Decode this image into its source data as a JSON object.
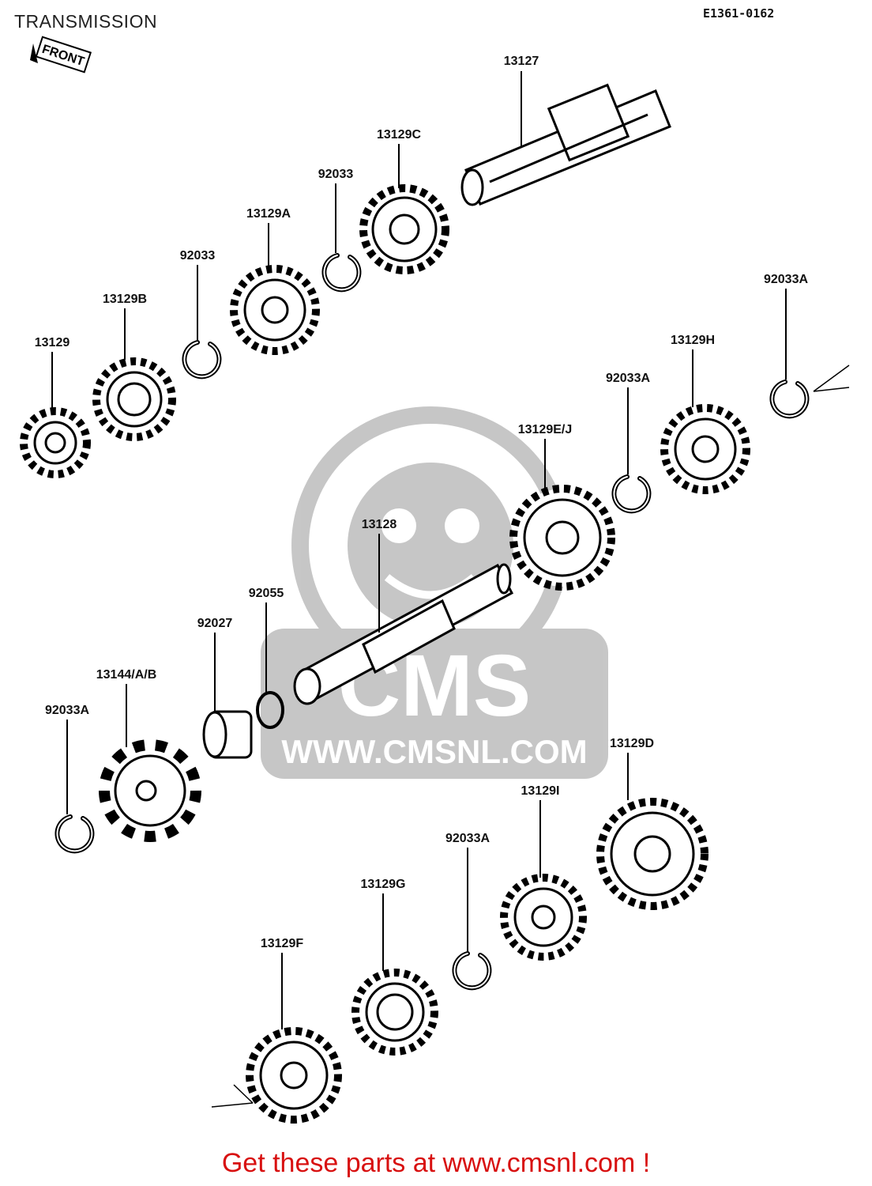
{
  "page": {
    "title": "TRANSMISSION",
    "diagram_code": "E1361-0162",
    "front_label": "FRONT"
  },
  "watermark": {
    "brand": "CMS",
    "url": "WWW.CMSNL.COM"
  },
  "parts": [
    {
      "id": "13127"
    },
    {
      "id": "13129C"
    },
    {
      "id": "92033"
    },
    {
      "id": "13129A"
    },
    {
      "id": "92033"
    },
    {
      "id": "13129B"
    },
    {
      "id": "13129"
    },
    {
      "id": "92033A"
    },
    {
      "id": "13129H"
    },
    {
      "id": "92033A"
    },
    {
      "id": "13129E/J"
    },
    {
      "id": "13128"
    },
    {
      "id": "92055"
    },
    {
      "id": "92027"
    },
    {
      "id": "13144/A/B"
    },
    {
      "id": "92033A"
    },
    {
      "id": "13129D"
    },
    {
      "id": "13129I"
    },
    {
      "id": "92033A"
    },
    {
      "id": "13129G"
    },
    {
      "id": "13129F"
    }
  ],
  "footer": {
    "cta": "Get these parts at www.cmsnl.com !"
  }
}
